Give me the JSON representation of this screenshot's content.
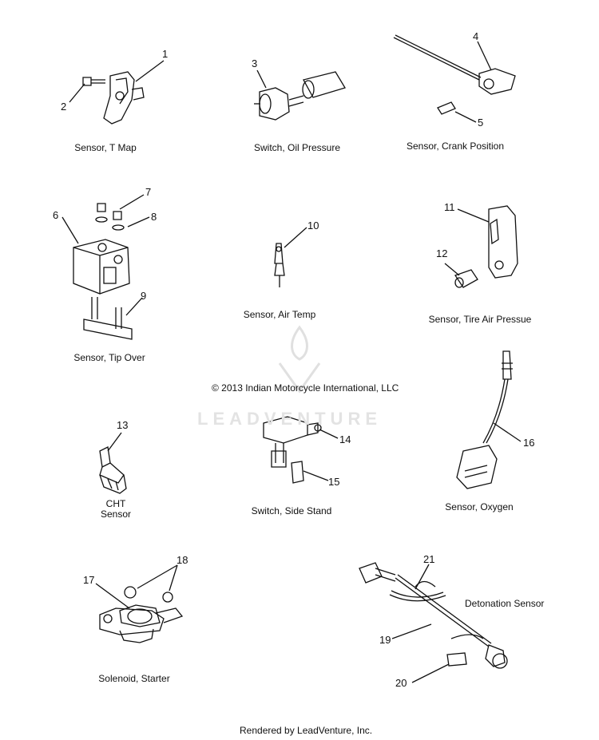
{
  "diagram": {
    "copyright": "© 2013 Indian Motorcycle International, LLC",
    "watermark": "LEADVENTURE",
    "footer": "Rendered by LeadVenture, Inc.",
    "groups": [
      {
        "id": "t-map",
        "label": "Sensor, T Map",
        "callouts": [
          "1",
          "2"
        ]
      },
      {
        "id": "oil-pressure",
        "label": "Switch, Oil Pressure",
        "callouts": [
          "3"
        ]
      },
      {
        "id": "crank-position",
        "label": "Sensor, Crank Position",
        "callouts": [
          "4",
          "5"
        ]
      },
      {
        "id": "tip-over",
        "label": "Sensor, Tip Over",
        "callouts": [
          "6",
          "7",
          "8",
          "9"
        ]
      },
      {
        "id": "air-temp",
        "label": "Sensor, Air Temp",
        "callouts": [
          "10"
        ]
      },
      {
        "id": "tire-air",
        "label": "Sensor, Tire Air Pressue",
        "callouts": [
          "11",
          "12"
        ]
      },
      {
        "id": "cht",
        "label_line1": "CHT",
        "label_line2": "Sensor",
        "callouts": [
          "13"
        ]
      },
      {
        "id": "side-stand",
        "label": "Switch, Side Stand",
        "callouts": [
          "14",
          "15"
        ]
      },
      {
        "id": "oxygen",
        "label": "Sensor, Oxygen",
        "callouts": [
          "16"
        ]
      },
      {
        "id": "starter",
        "label": "Solenoid, Starter",
        "callouts": [
          "17",
          "18"
        ]
      },
      {
        "id": "detonation",
        "label": "Detonation Sensor",
        "callouts": [
          "19",
          "20",
          "21"
        ]
      }
    ]
  }
}
